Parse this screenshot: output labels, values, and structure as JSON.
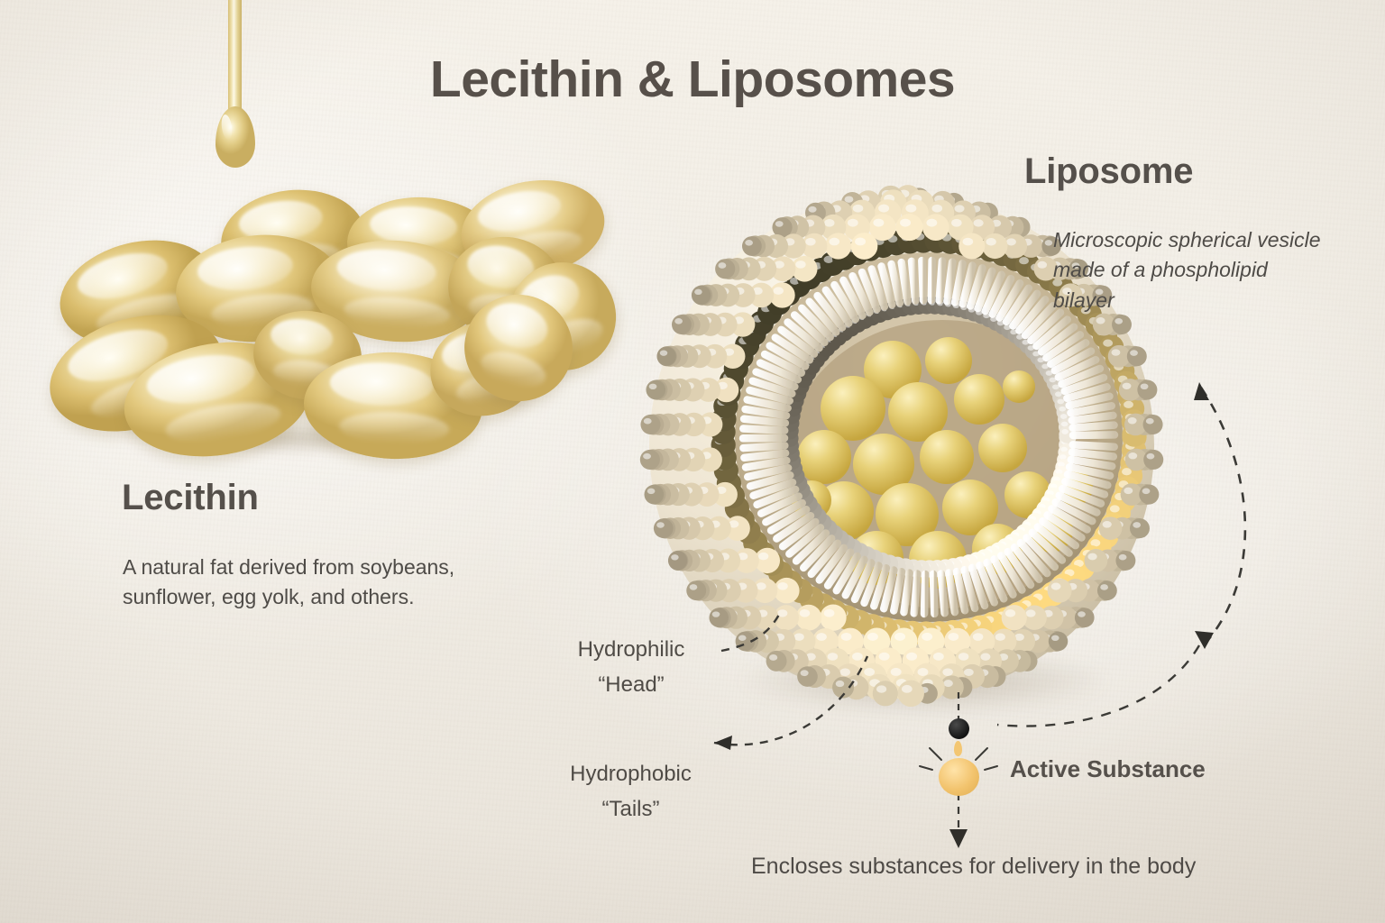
{
  "page": {
    "title": "Lecithin & Liposomes",
    "background_color": "#f2eee6",
    "text_color": "#4e4a46",
    "heading_color": "#55504b",
    "accent_gold": "#e8c36a",
    "accent_cream": "#efe6d5",
    "capsule_gold": "#e3c572"
  },
  "lecithin": {
    "heading": "Lecithin",
    "description": "A natural fat derived from soybeans, sunflower, egg yolk, and others."
  },
  "liposome": {
    "heading": "Liposome",
    "description": "Microscopic spherical vesicle made of a phospholipid bilayer"
  },
  "labels": {
    "hydrophilic_line1": "Hydrophilic",
    "hydrophilic_line2": "“Head”",
    "hydrophobic_line1": "Hydrophobic",
    "hydrophobic_line2": "“Tails”",
    "active_substance": "Active Substance"
  },
  "caption": {
    "text": "Encloses substances for delivery in the body"
  },
  "legend": {
    "head_marker_color": "#141414",
    "active_marker_color": "#f2c36d"
  },
  "illustration": {
    "oil_drip": "golden-oil-drip",
    "capsules": "softgel-capsule-pile",
    "vesicle": "cutaway-liposome-bilayer"
  }
}
